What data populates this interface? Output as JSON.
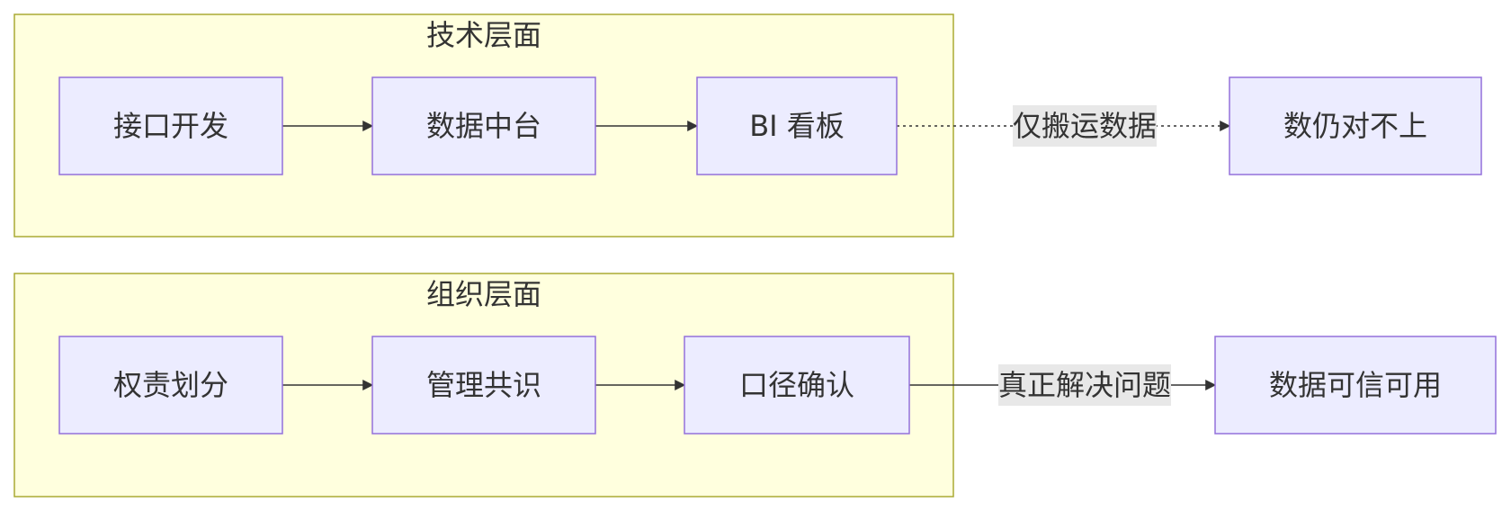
{
  "groups": {
    "tech": {
      "title": "技术层面"
    },
    "org": {
      "title": "组织层面"
    }
  },
  "nodes": {
    "api_dev": "接口开发",
    "data_platform": "数据中台",
    "bi_dashboard": "BI 看板",
    "data_mismatch": "数仍对不上",
    "responsibility": "权责划分",
    "mgmt_consensus": "管理共识",
    "metric_confirm": "口径确认",
    "data_trusted": "数据可信可用"
  },
  "edges": {
    "only_moving_data": "仅搬运数据",
    "truly_solve": "真正解决问题"
  },
  "colors": {
    "group_fill": "#ffffde",
    "group_stroke": "#aaaa33",
    "node_fill": "#ececff",
    "node_stroke": "#9370db",
    "edge": "#333333",
    "edge_label_bg": "#e8e8e8"
  }
}
